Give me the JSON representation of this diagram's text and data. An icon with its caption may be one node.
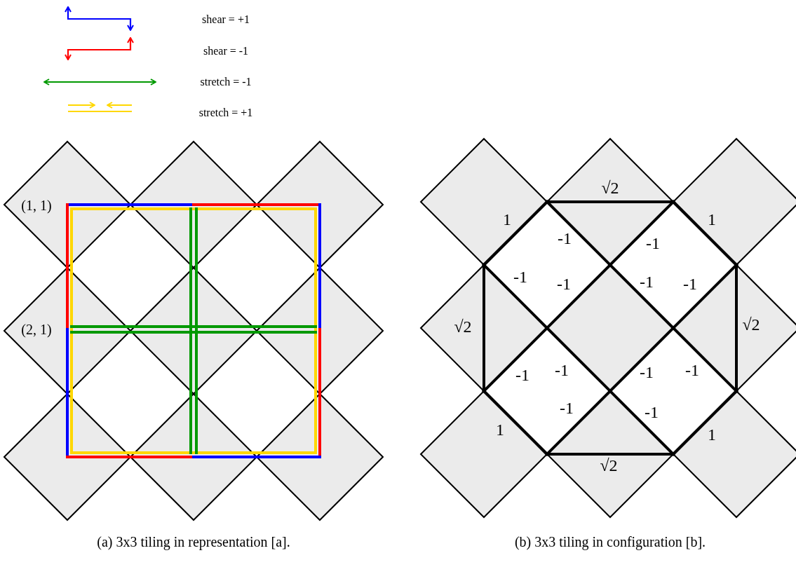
{
  "diagram": {
    "labels": [
      "(1, 1)",
      "(2, 1)",
      "√2",
      "1",
      "1",
      "-1",
      "-1",
      "-1",
      "-1",
      "-1",
      "-1",
      "√2",
      "√2",
      "-1",
      "-1",
      "-1",
      "-1",
      "-1",
      "-1",
      "1",
      "1",
      "√2",
      "(a) 3x3 tiling in representation [a].",
      "(b) 3x3 tiling in configuration [b]."
    ],
    "legend": [
      {
        "text": "shear = +1"
      },
      {
        "text": "shear = -1"
      },
      {
        "text": "stretch = -1"
      },
      {
        "text": "stretch = +1"
      }
    ]
  }
}
